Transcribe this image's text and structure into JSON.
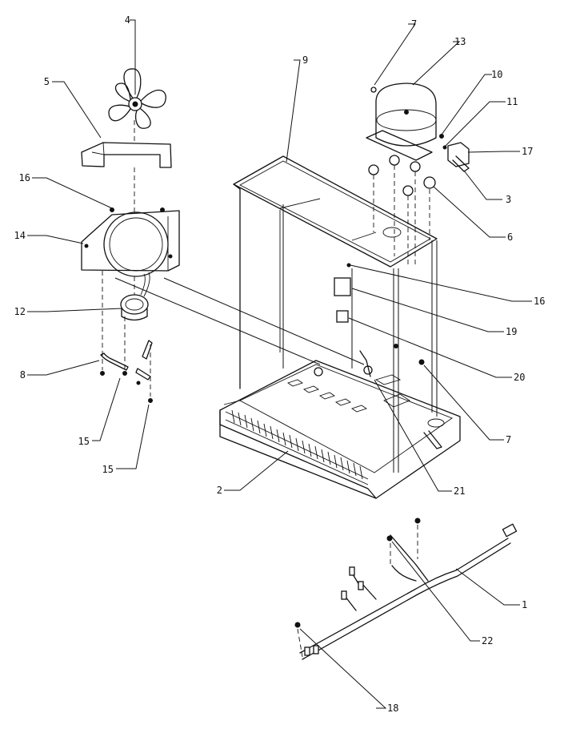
{
  "diagram": {
    "parts": [
      {
        "id": "p1",
        "label": "1",
        "name": "wire-harness"
      },
      {
        "id": "p2",
        "label": "2",
        "name": "base-pan"
      },
      {
        "id": "p3",
        "label": "3",
        "name": "relay-bracket"
      },
      {
        "id": "p4",
        "label": "4",
        "name": "fan-blade"
      },
      {
        "id": "p5",
        "label": "5",
        "name": "fan-shroud"
      },
      {
        "id": "p6",
        "label": "6",
        "name": "grommet"
      },
      {
        "id": "p7a",
        "label": "7",
        "name": "clip-top"
      },
      {
        "id": "p7b",
        "label": "7",
        "name": "clip-bottom"
      },
      {
        "id": "p8",
        "label": "8",
        "name": "motor-bracket"
      },
      {
        "id": "p9",
        "label": "9",
        "name": "machine-compartment-cover"
      },
      {
        "id": "p10",
        "label": "10",
        "name": "overload"
      },
      {
        "id": "p11",
        "label": "11",
        "name": "relay-clip"
      },
      {
        "id": "p12",
        "label": "12",
        "name": "fan-motor"
      },
      {
        "id": "p13",
        "label": "13",
        "name": "compressor"
      },
      {
        "id": "p14",
        "label": "14",
        "name": "fan-bracket"
      },
      {
        "id": "p15a",
        "label": "15",
        "name": "screw-left"
      },
      {
        "id": "p15b",
        "label": "15",
        "name": "screw-right"
      },
      {
        "id": "p16a",
        "label": "16",
        "name": "screw-bracket"
      },
      {
        "id": "p16b",
        "label": "16",
        "name": "screw-cover"
      },
      {
        "id": "p17",
        "label": "17",
        "name": "relay"
      },
      {
        "id": "p18",
        "label": "18",
        "name": "harness-screw"
      },
      {
        "id": "p19",
        "label": "19",
        "name": "capacitor"
      },
      {
        "id": "p20",
        "label": "20",
        "name": "small-capacitor"
      },
      {
        "id": "p21",
        "label": "21",
        "name": "drain-tube"
      },
      {
        "id": "p22",
        "label": "22",
        "name": "harness-clip"
      }
    ]
  }
}
